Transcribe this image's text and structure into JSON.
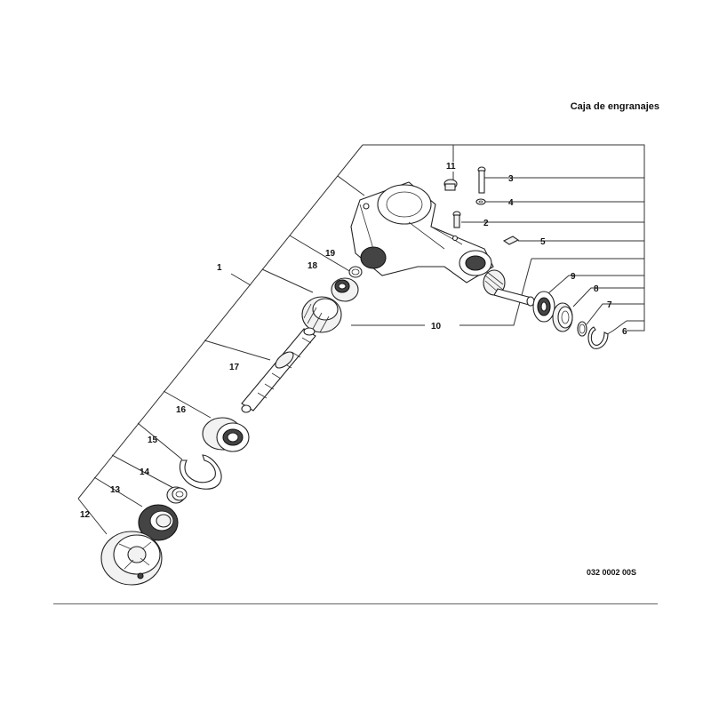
{
  "title": "Caja de engranajes",
  "reference_code": "032 0002 00S",
  "callouts": [
    "1",
    "2",
    "3",
    "4",
    "5",
    "6",
    "7",
    "8",
    "9",
    "10",
    "11",
    "12",
    "13",
    "14",
    "15",
    "16",
    "17",
    "18",
    "19"
  ]
}
